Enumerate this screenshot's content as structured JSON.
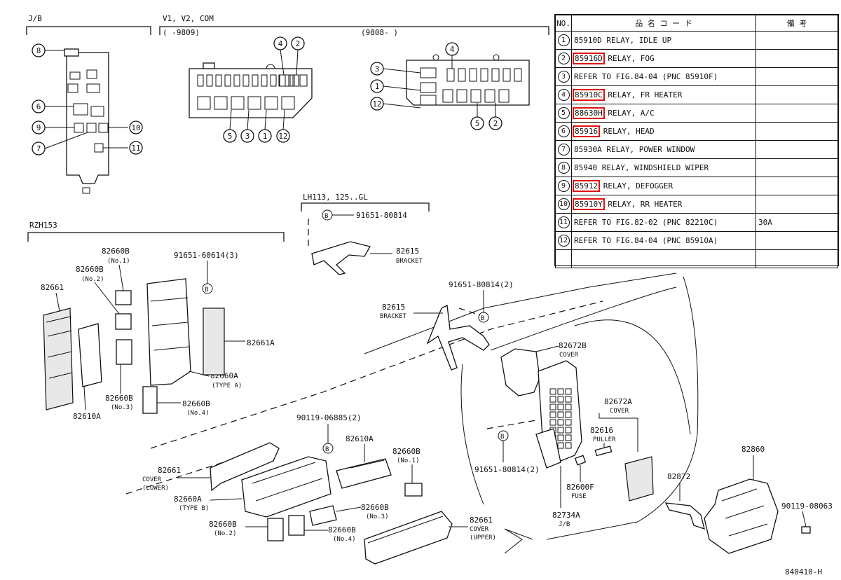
{
  "image_code": "840410-H",
  "sections": {
    "jb": "J/B",
    "v1v2": "V1, V2, COM",
    "range_a": "(     -9809)",
    "range_b": "(9808-     )",
    "lh113": "LH113, 125..GL",
    "rzh153": "RZH153"
  },
  "table": {
    "headers": {
      "no": "NO.",
      "desc": "品 名 コ ー ド",
      "remark": "備 考"
    },
    "rows": [
      {
        "no": "1",
        "code": "85910D",
        "desc": "RELAY, IDLE UP",
        "remark": "",
        "hl": false
      },
      {
        "no": "2",
        "code": "85916D",
        "desc": "RELAY, FOG",
        "remark": "",
        "hl": true
      },
      {
        "no": "3",
        "code": "",
        "desc": "REFER TO FIG.84-04 (PNC 85910F)",
        "remark": "",
        "hl": false
      },
      {
        "no": "4",
        "code": "85910C",
        "desc": "RELAY, FR HEATER",
        "remark": "",
        "hl": true
      },
      {
        "no": "5",
        "code": "88630H",
        "desc": "RELAY, A/C",
        "remark": "",
        "hl": true
      },
      {
        "no": "6",
        "code": "85916",
        "desc": "RELAY, HEAD",
        "remark": "",
        "hl": true
      },
      {
        "no": "7",
        "code": "85930A",
        "desc": "RELAY, POWER WINDOW",
        "remark": "",
        "hl": false
      },
      {
        "no": "8",
        "code": "85940",
        "desc": "RELAY, WINDSHIELD WIPER",
        "remark": "",
        "hl": false
      },
      {
        "no": "9",
        "code": "85912",
        "desc": "RELAY, DEFOGGER",
        "remark": "",
        "hl": true
      },
      {
        "no": "10",
        "code": "85910Y",
        "desc": "RELAY, RR HEATER",
        "remark": "",
        "hl": true
      },
      {
        "no": "11",
        "code": "",
        "desc": "REFER TO FIG.82-02 (PNC 82210C)",
        "remark": "30A",
        "hl": false
      },
      {
        "no": "12",
        "code": "",
        "desc": "REFER TO FIG.84-04 (PNC 85910A)",
        "remark": "",
        "hl": false
      },
      {
        "no": "",
        "code": "",
        "desc": "",
        "remark": "",
        "hl": false
      }
    ]
  },
  "callouts": {
    "jb": [
      "8",
      "6",
      "9",
      "10",
      "7",
      "11"
    ],
    "v1_top": [
      "4",
      "2"
    ],
    "v1_bottom": [
      "5",
      "3",
      "1",
      "12"
    ],
    "v2_left": [
      "3",
      "1",
      "12"
    ],
    "v2_top": [
      "4"
    ],
    "v2_bottom": [
      "5",
      "2"
    ]
  },
  "labels": {
    "lh_bolt": "91651-80814",
    "lh_bracket": "82615",
    "lh_bracket_name": "BRACKET",
    "rzh_82660B_1": "82660B",
    "rzh_82660B_1_sub": "(No.1)",
    "rzh_82660B_2": "82660B",
    "rzh_82660B_2_sub": "(No.2)",
    "rzh_bolt": "91651-60614(3)",
    "rzh_82661": "82661",
    "rzh_82661A": "82661A",
    "rzh_82660A": "82660A",
    "rzh_82660A_sub": "(TYPE A)",
    "rzh_82660B_3": "82660B",
    "rzh_82660B_3_sub": "(No.3)",
    "rzh_82610A": "82610A",
    "rzh_82660B_4": "82660B",
    "rzh_82660B_4_sub": "(No.4)",
    "m_bolt1": "91651-80814(2)",
    "m_82615": "82615",
    "m_82615_sub": "BRACKET",
    "m_82672B": "82672B",
    "m_82672B_sub": "COVER",
    "m_screw": "90119-06885(2)",
    "m_82610A": "82610A",
    "m_82660B1": "82660B",
    "m_82660B1_sub": "(No.1)",
    "m_82661lower": "82661",
    "m_82661lower_sub1": "COVER",
    "m_82661lower_sub2": "(LOWER)",
    "m_82660A": "82660A",
    "m_82660A_sub": "(TYPE B)",
    "m_82660B3": "82660B",
    "m_82660B3_sub": "(No.3)",
    "m_82660B2": "82660B",
    "m_82660B2_sub": "(No.2)",
    "m_82660B4": "82660B",
    "m_82660B4_sub": "(No.4)",
    "m_82661upper": "82661",
    "m_82661upper_sub1": "COVER",
    "m_82661upper_sub2": "(UPPER)",
    "m_bolt2": "91651-80814(2)",
    "m_82672A": "82672A",
    "m_82672A_sub": "COVER",
    "m_82616": "82616",
    "m_82616_sub": "PULLER",
    "m_82600F": "82600F",
    "m_82600F_sub": "FUSE",
    "m_82734A": "82734A",
    "m_82734A_sub": "J/B",
    "m_82860": "82860",
    "m_82872": "82872",
    "m_screw2": "90119-08063",
    "b": "B"
  }
}
